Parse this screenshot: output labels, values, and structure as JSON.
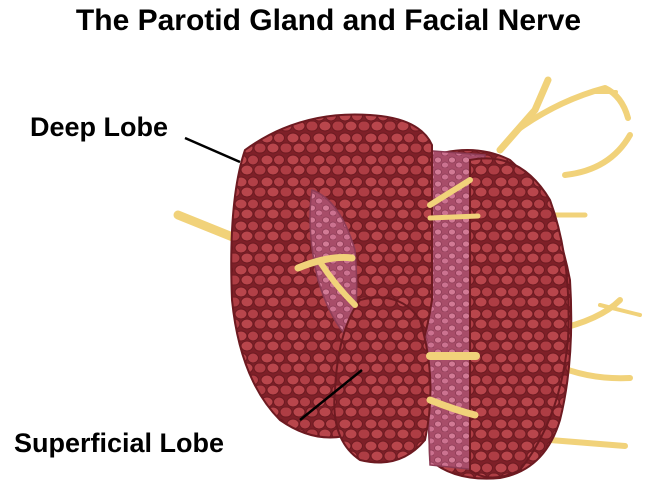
{
  "title": "The Parotid Gland and Facial Nerve",
  "labels": {
    "deep": "Deep Lobe",
    "superficial": "Superficial Lobe"
  },
  "colors": {
    "gland": "#a8353c",
    "gland_dark": "#7e2028",
    "gland_cell": "#b9464c",
    "cut_face": "#c96a86",
    "cut_face_dark": "#a84d69",
    "nerve": "#f1d27a",
    "nerve_outline": "#c9a645"
  }
}
